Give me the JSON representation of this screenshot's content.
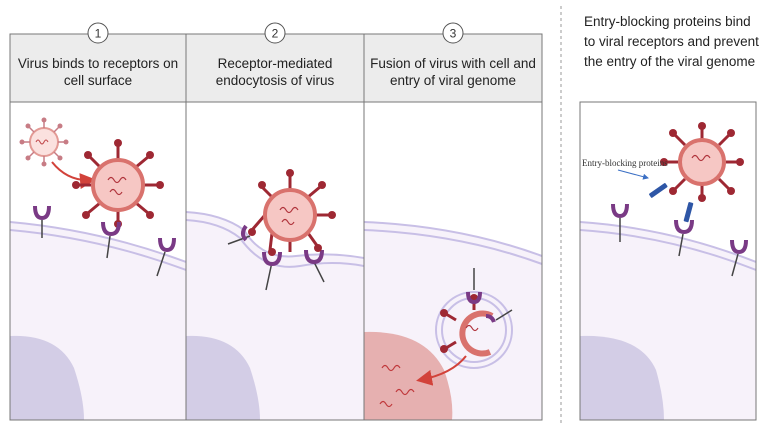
{
  "panels": [
    {
      "step": "1",
      "heading": "Virus binds to receptors on cell surface"
    },
    {
      "step": "2",
      "heading": "Receptor-mediated endocytosis of virus"
    },
    {
      "step": "3",
      "heading": "Fusion of virus with cell and entry of viral genome"
    }
  ],
  "side_panel": {
    "title": "Entry-blocking proteins bind to viral receptors and prevent the entry of the viral genome",
    "label": "Entry-blocking proteins"
  },
  "colors": {
    "virus_fill": "#f6c7c4",
    "virus_ring": "#d9726d",
    "spike": "#9e2833",
    "cell": "#f7f2fa",
    "membrane": "#c8bfe6",
    "nucleus": "#d3cde6",
    "receptor": "#7a3a85",
    "blocker": "#2e56a6",
    "arrow": "#d2423a"
  }
}
